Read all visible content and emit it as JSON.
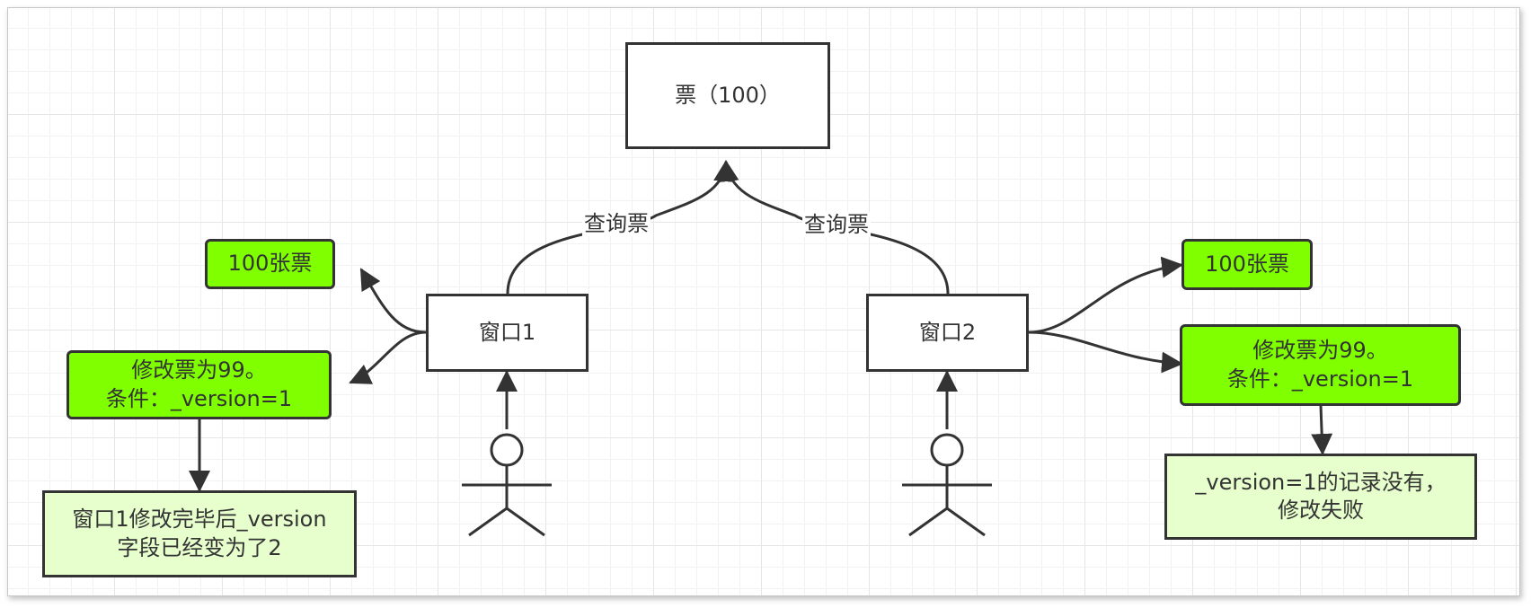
{
  "nodes": {
    "ticket": "票（100）",
    "window1": "窗口1",
    "window2": "窗口2",
    "result1_count": "100张票",
    "result1_update_line1": "修改票为99。",
    "result1_update_line2": "条件：_version=1",
    "note1_line1": "窗口1修改完毕后_version",
    "note1_line2": "字段已经变为了2",
    "result2_count": "100张票",
    "result2_update_line1": "修改票为99。",
    "result2_update_line2": "条件：_version=1",
    "note2_line1": "_version=1的记录没有，",
    "note2_line2": "修改失败"
  },
  "edges": {
    "query1": "查询票",
    "query2": "查询票"
  },
  "colors": {
    "stroke": "#333333",
    "green_fill": "#7fff00",
    "light_green_fill": "#e6ffcc",
    "grid": "#e6e6e6"
  }
}
